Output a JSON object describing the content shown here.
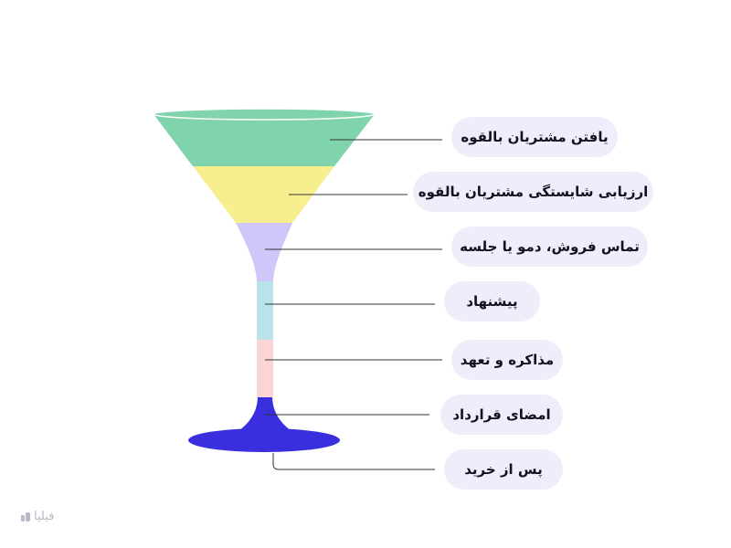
{
  "stages": [
    {
      "label": "یافتن مشتریان بالقوه",
      "color": "#80d4ad"
    },
    {
      "label": "ارزیابی شایستگی مشتریان بالقوه",
      "color": "#f7ef8f"
    },
    {
      "label": "تماس فروش، دمو یا جلسه",
      "color": "#cfc6fa"
    },
    {
      "label": "پیشنهاد",
      "color": "#b9e3ea"
    },
    {
      "label": "مذاکره و تعهد",
      "color": "#fbd4d4"
    },
    {
      "label": "امضای قرارداد",
      "color": "#3a2fde"
    },
    {
      "label": "پس از خرید",
      "color": "#3a2fde"
    }
  ],
  "logo": {
    "text": "فیلیا",
    "icon": "filia-logo-icon",
    "color": "#b7b9c6"
  }
}
